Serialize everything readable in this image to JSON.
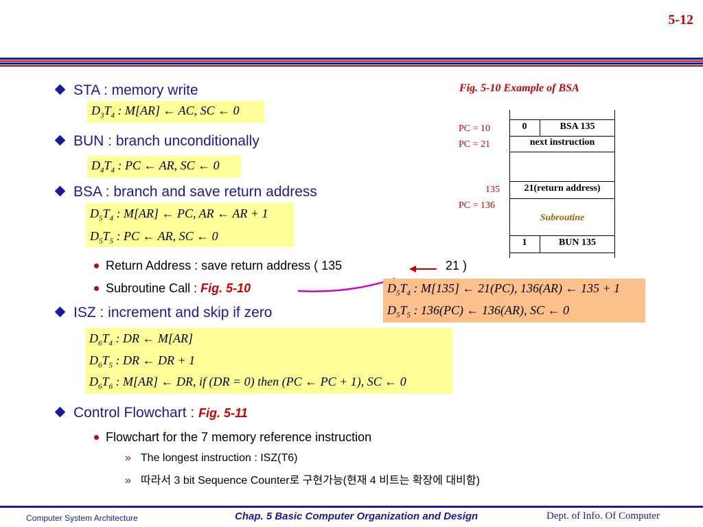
{
  "page_number": "5-12",
  "bullets": {
    "sta": "STA : memory write",
    "bun": "BUN : branch unconditionally",
    "bsa": "BSA : branch and save return address",
    "return_address_a": "Return Address : save return address ( 135",
    "return_address_b": "21 )",
    "subroutine_call": "Subroutine Call : ",
    "subroutine_fig": "Fig. 5-10",
    "isz": "ISZ : increment and skip if zero",
    "control_flowchart": "Control Flowchart : ",
    "control_fig": "Fig. 5-11",
    "flowchart_desc": "Flowchart for the 7 memory reference instruction",
    "longest": "The longest instruction : ISZ(T6)",
    "korean": "따라서 3 bit Sequence Counter로 구현가능(현재 4 비트는 확장에 대비함)"
  },
  "equations": {
    "sta": [
      {
        "d": "D",
        "ds": "3",
        "t": "T",
        "ts": "4",
        "rest": " : M[AR] ← AC, SC ← 0"
      }
    ],
    "bun": [
      {
        "d": "D",
        "ds": "4",
        "t": "T",
        "ts": "4",
        "rest": " : PC ← AR, SC ← 0"
      }
    ],
    "bsa": [
      {
        "d": "D",
        "ds": "5",
        "t": "T",
        "ts": "4",
        "rest": " : M[AR] ← PC, AR ← AR + 1"
      },
      {
        "d": "D",
        "ds": "5",
        "t": "T",
        "ts": "5",
        "rest": " : PC ← AR, SC ← 0"
      }
    ],
    "bsa_example": [
      {
        "d": "D",
        "ds": "5",
        "t": "T",
        "ts": "4",
        "rest": " : M[135] ← 21(PC), 136(AR) ← 135 + 1"
      },
      {
        "d": "D",
        "ds": "5",
        "t": "T",
        "ts": "5",
        "rest": " : 136(PC) ← 136(AR), SC ← 0"
      }
    ],
    "isz": [
      {
        "d": "D",
        "ds": "6",
        "t": "T",
        "ts": "4",
        "rest": " : DR ← M[AR]"
      },
      {
        "d": "D",
        "ds": "6",
        "t": "T",
        "ts": "5",
        "rest": " : DR ← DR + 1"
      },
      {
        "d": "D",
        "ds": "6",
        "t": "T",
        "ts": "6",
        "rest": " : M[AR] ← DR, if (DR = 0) then (PC ← PC + 1), SC ← 0"
      }
    ]
  },
  "figure": {
    "title": "Fig. 5-10   Example of BSA",
    "labels": {
      "pc10": "PC = 10",
      "pc21": "PC = 21",
      "a135": "135",
      "pc136": "PC = 136"
    },
    "cells": {
      "row0_addr": "0",
      "row0_instr": "BSA  135",
      "next": "next instruction",
      "ret": "21(return address)",
      "sub": "Subroutine",
      "row1_addr": "1",
      "row1_instr": "BUN   135"
    }
  },
  "footer": {
    "left": "Computer System Architecture",
    "center": "Chap. 5  Basic Computer Organization and Design",
    "right": "Dept. of  Info. Of  Computer"
  },
  "colors": {
    "accent_red": "#cc0000",
    "accent_blue": "#1a1a99",
    "eq_yellow": "#ffff99",
    "eq_orange": "#fcc08c"
  }
}
